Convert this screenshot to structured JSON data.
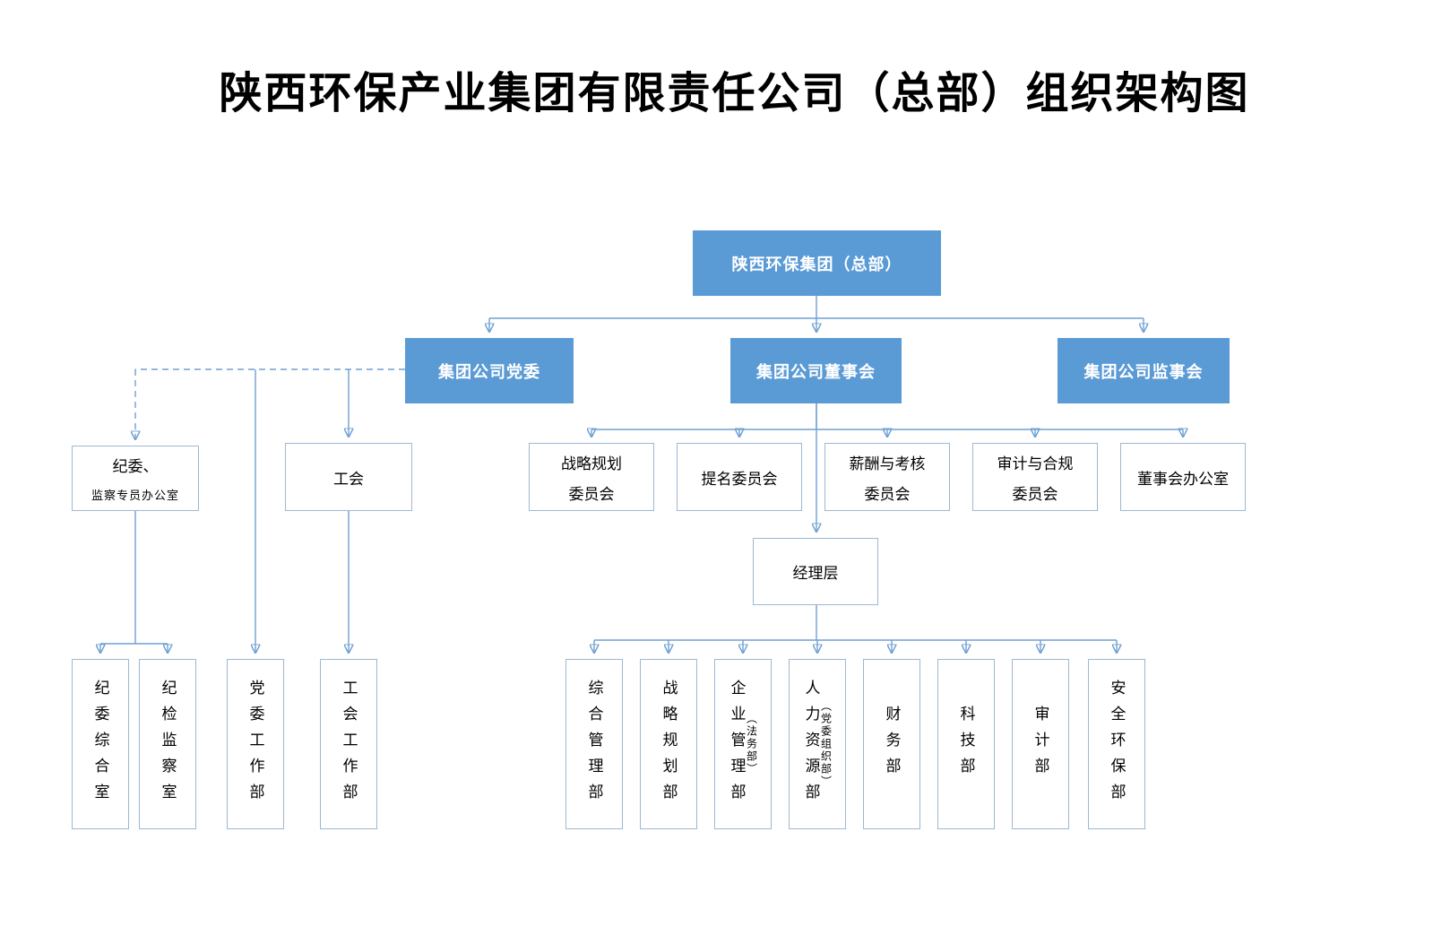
{
  "title": "陕西环保产业集团有限责任公司（总部）组织架构图",
  "colors": {
    "node_fill_blue": "#5B9BD5",
    "node_text_blue": "#FFFFFF",
    "connector_line": "#6FA0D2",
    "white_node_border": "#9DB8D2",
    "text": "#000000"
  },
  "nodes": {
    "headquarters": "陕西环保集团（总部）",
    "party_committee": "集团公司党委",
    "board_of_directors": "集团公司董事会",
    "board_of_supervisors": "集团公司监事会",
    "discipline_office_line1": "纪委、",
    "discipline_office_line2": "监察专员办公室",
    "labor_union": "工会",
    "strategy_committee_line1": "战略规划",
    "strategy_committee_line2": "委员会",
    "nomination_committee": "提名委员会",
    "compensation_committee_line1": "薪酬与考核",
    "compensation_committee_line2": "委员会",
    "audit_compliance_committee_line1": "审计与合规",
    "audit_compliance_committee_line2": "委员会",
    "board_office": "董事会办公室",
    "management_level": "经理层",
    "discipline_general_office": "纪委综合室",
    "discipline_inspection_office": "纪检监察室",
    "party_work_dept": "党委工作部",
    "union_work_dept": "工会工作部",
    "general_admin_dept": "综合管理部",
    "strategic_planning_dept": "战略规划部",
    "enterprise_mgmt_dept": "企业管理部",
    "enterprise_mgmt_dept_sub": "（法务部）",
    "hr_dept": "人力资源部",
    "hr_dept_sub": "（党委组织部）",
    "finance_dept": "财务部",
    "science_tech_dept": "科技部",
    "audit_dept": "审计部",
    "safety_env_dept": "安全环保部"
  }
}
